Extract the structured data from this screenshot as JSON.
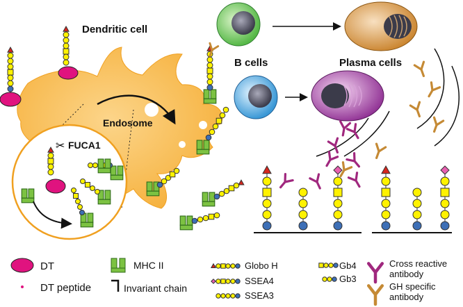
{
  "labels": {
    "dendritic_cell": "Dendritic cell",
    "b_cells": "B cells",
    "plasma_cells": "Plasma cells",
    "endosome": "Endosome",
    "fuca1": "FUCA1"
  },
  "legend": {
    "dt": "DT",
    "dt_peptide": "DT peptide",
    "mhc_ii": "MHC II",
    "invariant_chain": "Invariant chain",
    "globo_h": "Globo H",
    "ssea4": "SSEA4",
    "ssea3": "SSEA3",
    "gb4": "Gb4",
    "gb3": "Gb3",
    "cross_reactive_line1": "Cross reactive",
    "cross_reactive_line2": "antibody",
    "gh_specific_line1": "GH specific",
    "gh_specific_line2": "antibody"
  },
  "colors": {
    "dc_fill": "#f7b540",
    "dt_magenta": "#e0137f",
    "mhc_green": "#7cc242",
    "fucose_red": "#d7261e",
    "gal_yellow": "#fff200",
    "glc_blue": "#3d6fb6",
    "galnac_yellow": "#fff200",
    "neu_pink": "#e75fb0",
    "b_cell_green": "#56b847",
    "b_cell_blue": "#3a98d6",
    "plasma_orange": "#c9822b",
    "plasma_purple": "#8e2e92",
    "cross_antibody": "#a0287e",
    "gh_antibody": "#c58a35"
  },
  "icons": [
    "scissors-icon",
    "antibody-icon",
    "glycan-chain-icon",
    "mhc-icon"
  ]
}
